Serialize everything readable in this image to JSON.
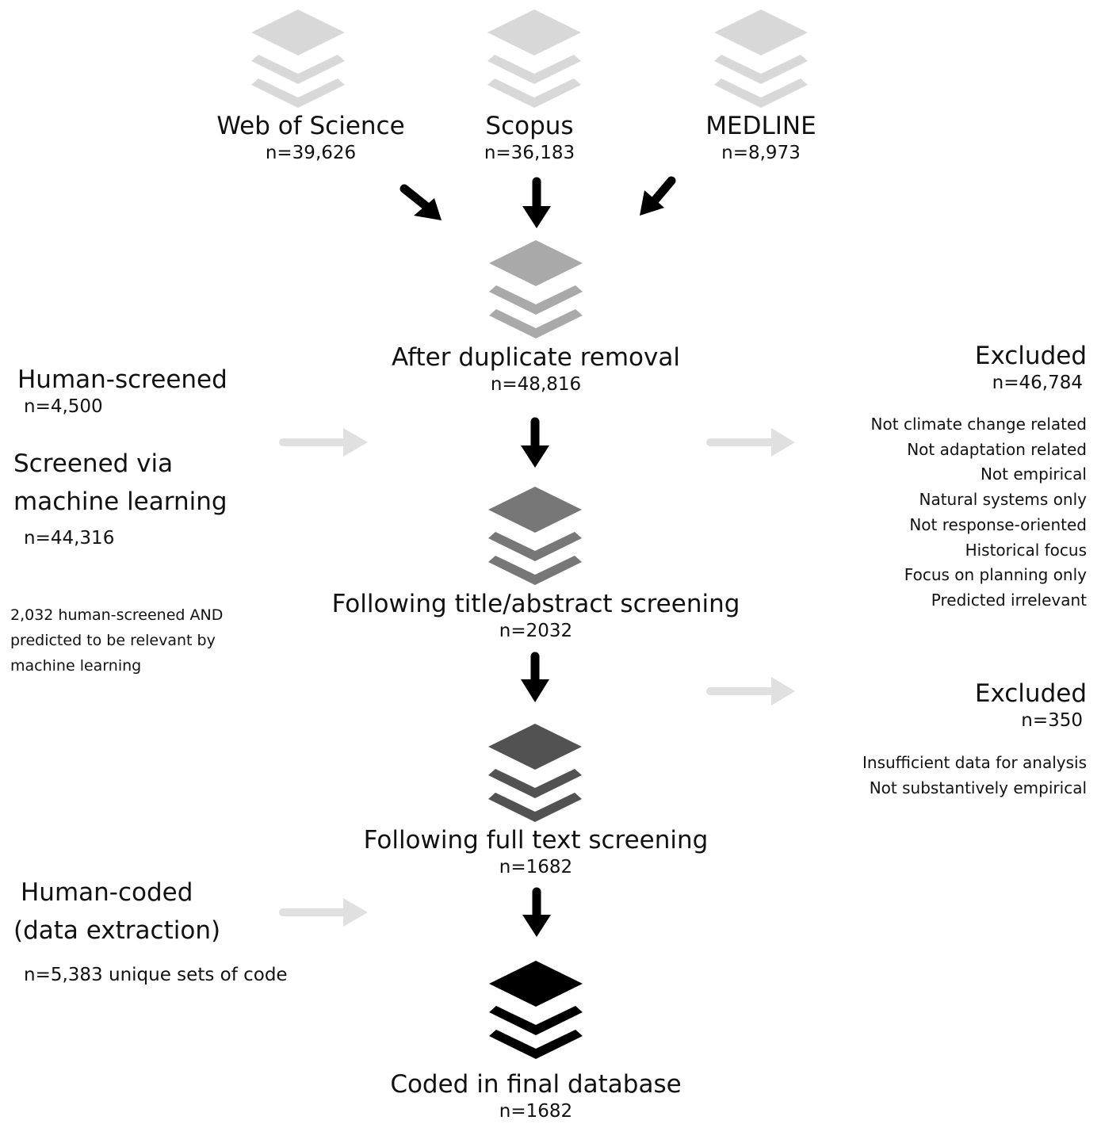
{
  "colors": {
    "source_stack": "#d8d8d8",
    "stage1_stack": "#a9a9a9",
    "stage2_stack": "#777777",
    "stage3_stack": "#525252",
    "final_stack": "#000000",
    "black_arrow": "#000000",
    "grey_arrow": "#e0e0e0"
  },
  "icons": [
    "layers-icon",
    "arrow-down-icon",
    "arrow-diagonal-icon",
    "arrow-right-icon"
  ],
  "sources": [
    {
      "name": "Web of Science",
      "count": "n=39,626"
    },
    {
      "name": "Scopus",
      "count": "n=36,183"
    },
    {
      "name": "MEDLINE",
      "count": "n=8,973"
    }
  ],
  "stages": [
    {
      "label": "After duplicate removal",
      "count": "n=48,816"
    },
    {
      "label": "Following title/abstract screening",
      "count": "n=2032"
    },
    {
      "label": "Following full text screening",
      "count": "n=1682"
    },
    {
      "label": "Coded in final database",
      "count": "n=1682"
    }
  ],
  "left_notes": {
    "human_screened": {
      "label": "Human-screened",
      "count": "n=4,500"
    },
    "ml_screened": {
      "label_line1": "Screened via",
      "label_line2": "machine learning",
      "count": "n=44,316"
    },
    "overlap_note": [
      "2,032 human-screened AND",
      "predicted to be relevant by",
      "machine learning"
    ],
    "human_coded": {
      "label_line1": "Human-coded",
      "label_line2": "(data extraction)",
      "count": "n=5,383 unique sets of code"
    }
  },
  "excluded": [
    {
      "label": "Excluded",
      "count": "n=46,784",
      "reasons": [
        "Not climate change related",
        "Not adaptation related",
        "Not empirical",
        "Natural systems only",
        "Not response-oriented",
        "Historical focus",
        "Focus on planning only",
        "Predicted irrelevant"
      ]
    },
    {
      "label": "Excluded",
      "count": "n=350",
      "reasons": [
        "Insufficient data for analysis",
        "Not substantively empirical"
      ]
    }
  ]
}
